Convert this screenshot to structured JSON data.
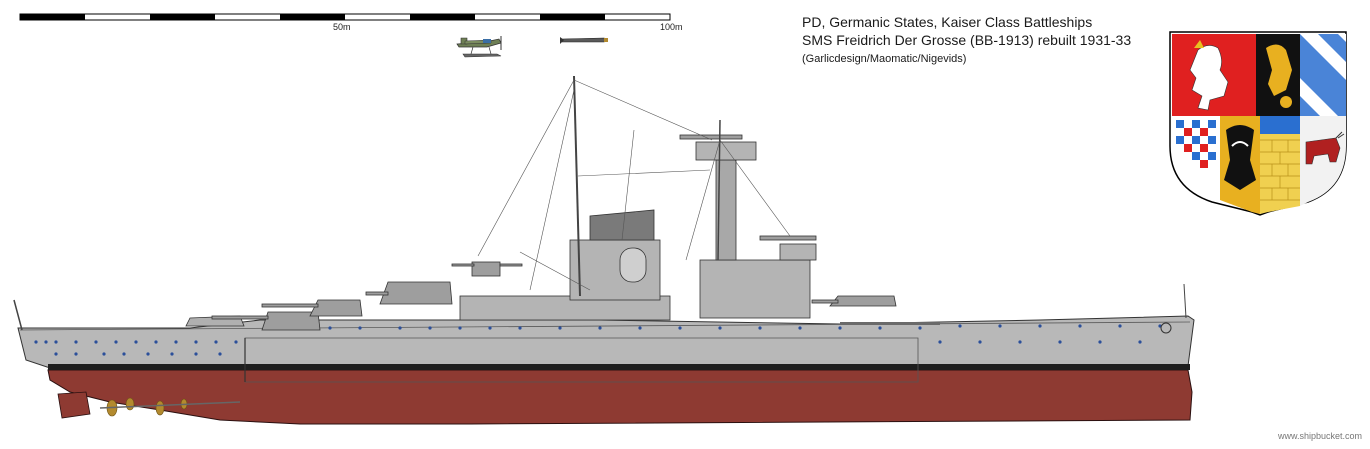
{
  "header": {
    "title_line1": "PD, Germanic States, Kaiser Class Battleships",
    "title_line2": "SMS Freidrich Der Grosse (BB-1913) rebuilt 1931-33",
    "credits": "(Garlicdesign/Maomatic/Nigevids)"
  },
  "scale": {
    "label_mid": "50m",
    "label_end": "100m"
  },
  "footer": {
    "watermark": "www.shipbucket.com"
  },
  "colors": {
    "hull_grey": "#b8b8b8",
    "hull_red": "#8e3a32",
    "boot_stripe": "#1e1e1e",
    "deck_line": "#5a5a5a",
    "porthole": "#2b4f9a",
    "propeller": "#b38a2e",
    "rudder": "#8e3a32"
  },
  "icons": {
    "ship": "battleship-profile",
    "plane": "floatplane-icon",
    "torpedo": "torpedo-icon",
    "crest": "coat-of-arms"
  }
}
